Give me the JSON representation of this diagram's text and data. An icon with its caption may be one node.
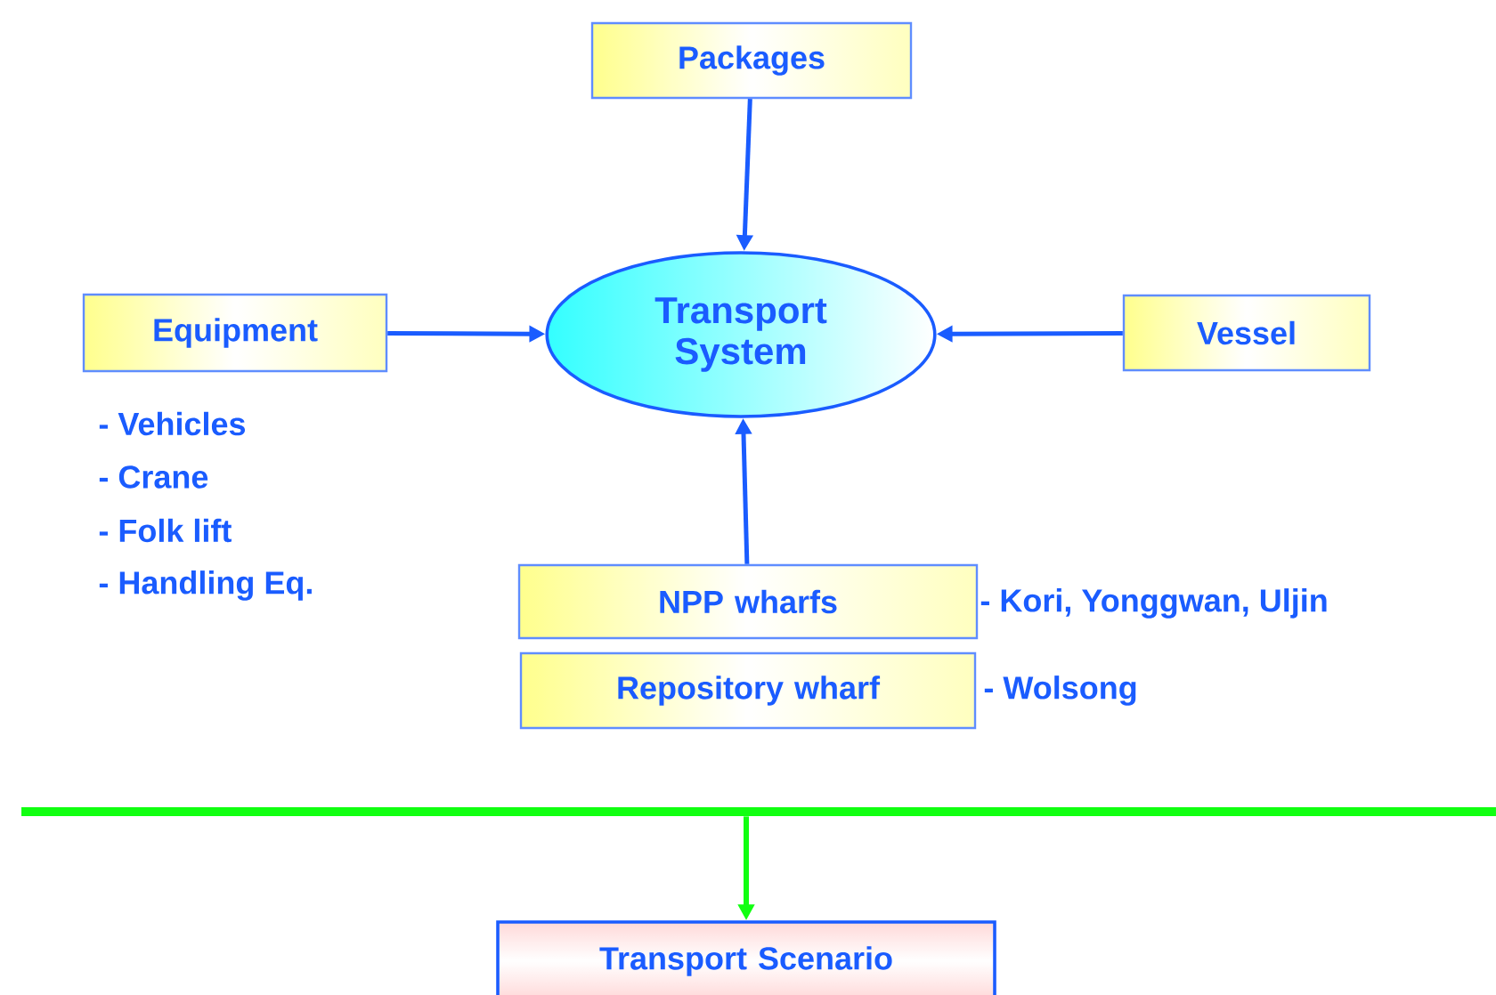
{
  "diagram": {
    "nodes": [
      {
        "text": [
          "Packages"
        ]
      },
      {
        "text": [
          "Transport System"
        ]
      },
      {
        "text": [
          "Equipment"
        ],
        "beside": [
          "- Vehicles",
          "- Crane",
          "- Folk lift",
          "- Handling Eq."
        ]
      },
      {
        "text": [
          "Vessel"
        ]
      },
      {
        "text": [
          "NPP wharfs"
        ],
        "beside": [
          "- Kori, Yonggwan, Uljin"
        ]
      },
      {
        "text": [
          "Repository wharf"
        ],
        "beside": [
          "- Wolsong"
        ]
      },
      {
        "text": [],
        "shape": "bar"
      },
      {
        "text": [
          "Transport Scenario"
        ]
      }
    ],
    "edges": [
      {
        "from": 0,
        "to": 1,
        "arrow": "to"
      },
      {
        "from": 2,
        "to": 1,
        "arrow": "to"
      },
      {
        "from": 3,
        "to": 1,
        "arrow": "to"
      },
      {
        "from": 4,
        "to": 1,
        "arrow": "to"
      },
      {
        "from": 6,
        "to": 7,
        "arrow": "to",
        "color": "#11ff11"
      }
    ]
  }
}
